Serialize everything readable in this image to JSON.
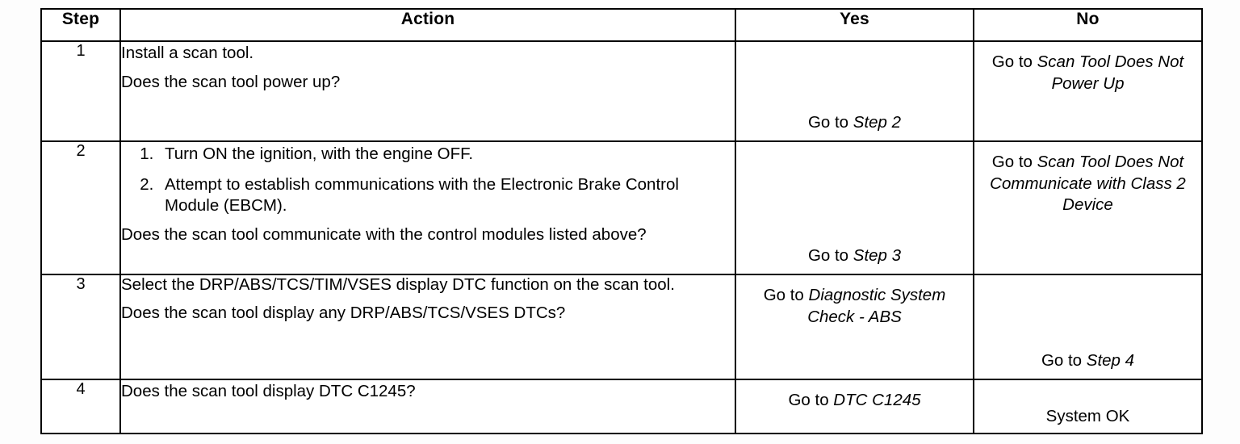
{
  "table": {
    "headers": {
      "step": "Step",
      "action": "Action",
      "yes": "Yes",
      "no": "No"
    },
    "rows": [
      {
        "step": "1",
        "action": {
          "lines": [
            "Install a scan tool.",
            "Does the scan tool power up?"
          ],
          "list": []
        },
        "yes": {
          "prefix": "Go to ",
          "ref": "Step 2",
          "suffix": ""
        },
        "no": {
          "prefix": "Go to ",
          "ref": "Scan Tool Does Not Power Up",
          "suffix": ""
        }
      },
      {
        "step": "2",
        "action": {
          "lines": [
            "Does the scan tool communicate with the control modules listed above?"
          ],
          "list": [
            "Turn ON the ignition, with the engine OFF.",
            "Attempt to establish communications with the Electronic Brake Control Module (EBCM)."
          ]
        },
        "yes": {
          "prefix": "Go to ",
          "ref": "Step 3",
          "suffix": ""
        },
        "no": {
          "prefix": "Go to ",
          "ref": "Scan Tool Does Not Communicate with Class 2 Device",
          "suffix": ""
        }
      },
      {
        "step": "3",
        "action": {
          "lines": [
            "Select the DRP/ABS/TCS/TIM/VSES display DTC function on the scan tool.",
            "Does the scan tool display any DRP/ABS/TCS/VSES DTCs?"
          ],
          "list": []
        },
        "yes": {
          "prefix": "Go to ",
          "ref": "Diagnostic System Check - ABS",
          "suffix": ""
        },
        "no": {
          "prefix": "Go to ",
          "ref": "Step 4",
          "suffix": ""
        }
      },
      {
        "step": "4",
        "action": {
          "lines": [
            "Does the scan tool display DTC C1245?"
          ],
          "list": []
        },
        "yes": {
          "prefix": "Go to ",
          "ref": "DTC C1245",
          "suffix": ""
        },
        "no": {
          "prefix": "",
          "ref": "",
          "suffix": "System OK"
        }
      }
    ]
  }
}
